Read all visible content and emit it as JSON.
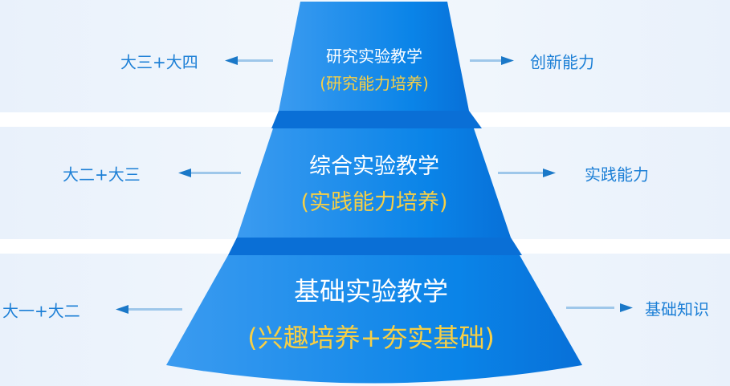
{
  "colors": {
    "pyramid": "#1f86e6",
    "subtitle": "#f7cf45",
    "side_text": "#1c7fd6",
    "band": "#e9f1fb"
  },
  "levels": [
    {
      "title": "研究实验教学",
      "subtitle": "(研究能力培养)",
      "left": "大三+大四",
      "right": "创新能力"
    },
    {
      "title": "综合实验教学",
      "subtitle": "(实践能力培养)",
      "left": "大二+大三",
      "right": "实践能力"
    },
    {
      "title": "基础实验教学",
      "subtitle": "(兴趣培养+夯实基础)",
      "left": "大一+大二",
      "right": "基础知识"
    }
  ]
}
